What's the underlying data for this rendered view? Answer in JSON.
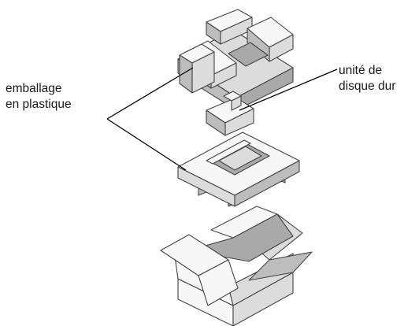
{
  "labels": {
    "plastic_packaging": [
      "emballage",
      "en plastique"
    ],
    "hard_drive": [
      "unité de",
      "disque dur"
    ]
  },
  "components": [
    "plastic-packaging-top",
    "hard-drive",
    "plastic-packaging-bottom",
    "shipping-box"
  ]
}
